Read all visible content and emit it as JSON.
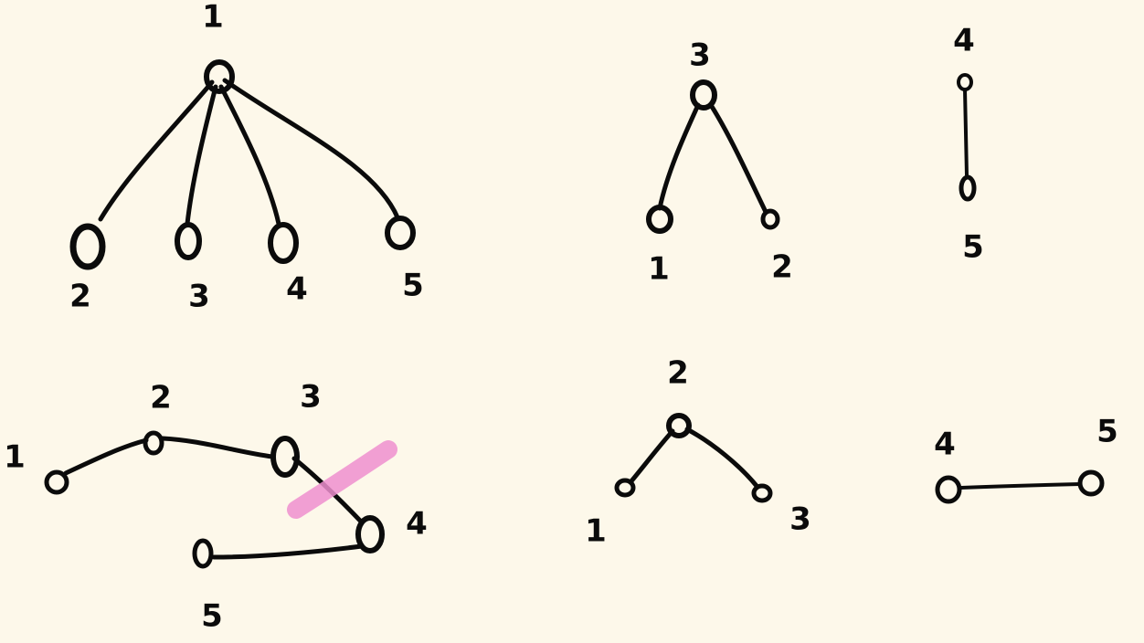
{
  "colors": {
    "background": "#fdf8ea",
    "ink": "#0b0b0b",
    "highlight": "#ef8fcf"
  },
  "graphs": [
    {
      "id": "star-tree",
      "nodes": [
        {
          "id": "n1",
          "label": "1"
        },
        {
          "id": "n2",
          "label": "2"
        },
        {
          "id": "n3",
          "label": "3"
        },
        {
          "id": "n4",
          "label": "4"
        },
        {
          "id": "n5",
          "label": "5"
        }
      ],
      "edges": [
        [
          "n1",
          "n2"
        ],
        [
          "n1",
          "n3"
        ],
        [
          "n1",
          "n4"
        ],
        [
          "n1",
          "n5"
        ]
      ]
    },
    {
      "id": "tree-rooted-3",
      "nodes": [
        {
          "id": "n3",
          "label": "3"
        },
        {
          "id": "n1",
          "label": "1"
        },
        {
          "id": "n2",
          "label": "2"
        }
      ],
      "edges": [
        [
          "n3",
          "n1"
        ],
        [
          "n3",
          "n2"
        ]
      ]
    },
    {
      "id": "pair-4-5-vertical",
      "nodes": [
        {
          "id": "n4",
          "label": "4"
        },
        {
          "id": "n5",
          "label": "5"
        }
      ],
      "edges": [
        [
          "n4",
          "n5"
        ]
      ]
    },
    {
      "id": "path-with-removed-edge",
      "nodes": [
        {
          "id": "n1",
          "label": "1"
        },
        {
          "id": "n2",
          "label": "2"
        },
        {
          "id": "n3",
          "label": "3"
        },
        {
          "id": "n4",
          "label": "4"
        },
        {
          "id": "n5",
          "label": "5"
        }
      ],
      "edges": [
        [
          "n1",
          "n2"
        ],
        [
          "n2",
          "n3"
        ],
        [
          "n3",
          "n4"
        ],
        [
          "n4",
          "n5"
        ]
      ],
      "crossed_out_edge": [
        "n3",
        "n4"
      ]
    },
    {
      "id": "tree-rooted-2",
      "nodes": [
        {
          "id": "n2",
          "label": "2"
        },
        {
          "id": "n1",
          "label": "1"
        },
        {
          "id": "n3",
          "label": "3"
        }
      ],
      "edges": [
        [
          "n2",
          "n1"
        ],
        [
          "n2",
          "n3"
        ]
      ]
    },
    {
      "id": "pair-4-5-horizontal",
      "nodes": [
        {
          "id": "n4",
          "label": "4"
        },
        {
          "id": "n5",
          "label": "5"
        }
      ],
      "edges": [
        [
          "n4",
          "n5"
        ]
      ]
    }
  ]
}
